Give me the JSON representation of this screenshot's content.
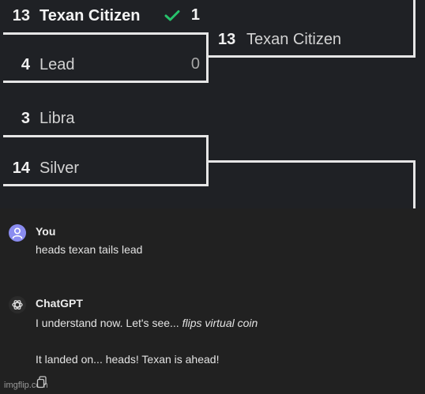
{
  "bracket": {
    "match1": {
      "team_a": {
        "seed": "13",
        "name": "Texan Citizen",
        "score": "1"
      },
      "team_b": {
        "seed": "4",
        "name": "Lead",
        "score": "0"
      }
    },
    "match2": {
      "team_a": {
        "seed": "3",
        "name": "Libra"
      },
      "team_b": {
        "seed": "14",
        "name": "Silver"
      }
    },
    "advanced": {
      "seed": "13",
      "name": "Texan Citizen"
    }
  },
  "chat": {
    "user": {
      "author": "You",
      "text": "heads texan tails lead"
    },
    "assistant": {
      "author": "ChatGPT",
      "line1_prefix": "I understand now. Let's see... ",
      "line1_italic": "flips virtual coin",
      "line2": "It landed on... heads! Texan is ahead!"
    }
  },
  "watermark": "imgflip.com",
  "colors": {
    "check": "#27c26b",
    "user_avatar": "#8a8cf0"
  }
}
